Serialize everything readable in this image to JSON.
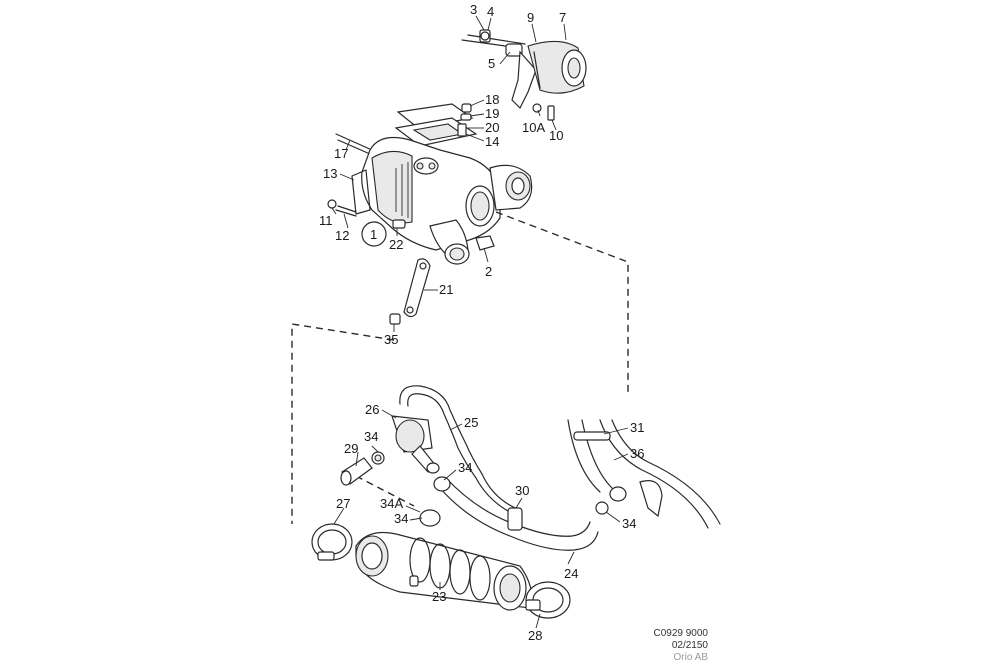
{
  "diagram": {
    "callouts": [
      {
        "id": "p3",
        "text": "3"
      },
      {
        "id": "p4",
        "text": "4"
      },
      {
        "id": "p9",
        "text": "9"
      },
      {
        "id": "p7",
        "text": "7"
      },
      {
        "id": "p5",
        "text": "5"
      },
      {
        "id": "p18",
        "text": "18"
      },
      {
        "id": "p19",
        "text": "19"
      },
      {
        "id": "p20",
        "text": "20"
      },
      {
        "id": "p14",
        "text": "14"
      },
      {
        "id": "p10A",
        "text": "10A"
      },
      {
        "id": "p10",
        "text": "10"
      },
      {
        "id": "p17",
        "text": "17"
      },
      {
        "id": "p13",
        "text": "13"
      },
      {
        "id": "p11",
        "text": "11"
      },
      {
        "id": "p12",
        "text": "12"
      },
      {
        "id": "p1",
        "text": "1"
      },
      {
        "id": "p22",
        "text": "22"
      },
      {
        "id": "p2",
        "text": "2"
      },
      {
        "id": "p21",
        "text": "21"
      },
      {
        "id": "p35",
        "text": "35"
      },
      {
        "id": "p26",
        "text": "26"
      },
      {
        "id": "p25",
        "text": "25"
      },
      {
        "id": "p31",
        "text": "31"
      },
      {
        "id": "p36",
        "text": "36"
      },
      {
        "id": "p34a",
        "text": "34"
      },
      {
        "id": "p29",
        "text": "29"
      },
      {
        "id": "p34b",
        "text": "34"
      },
      {
        "id": "p30",
        "text": "30"
      },
      {
        "id": "p27",
        "text": "27"
      },
      {
        "id": "p34A",
        "text": "34A"
      },
      {
        "id": "p34c",
        "text": "34"
      },
      {
        "id": "p34d",
        "text": "34"
      },
      {
        "id": "p24",
        "text": "24"
      },
      {
        "id": "p23",
        "text": "23"
      },
      {
        "id": "p28",
        "text": "28"
      }
    ]
  },
  "footer": {
    "code": "C0929 9000",
    "ref": "02/2150",
    "brand": "Orio AB"
  }
}
